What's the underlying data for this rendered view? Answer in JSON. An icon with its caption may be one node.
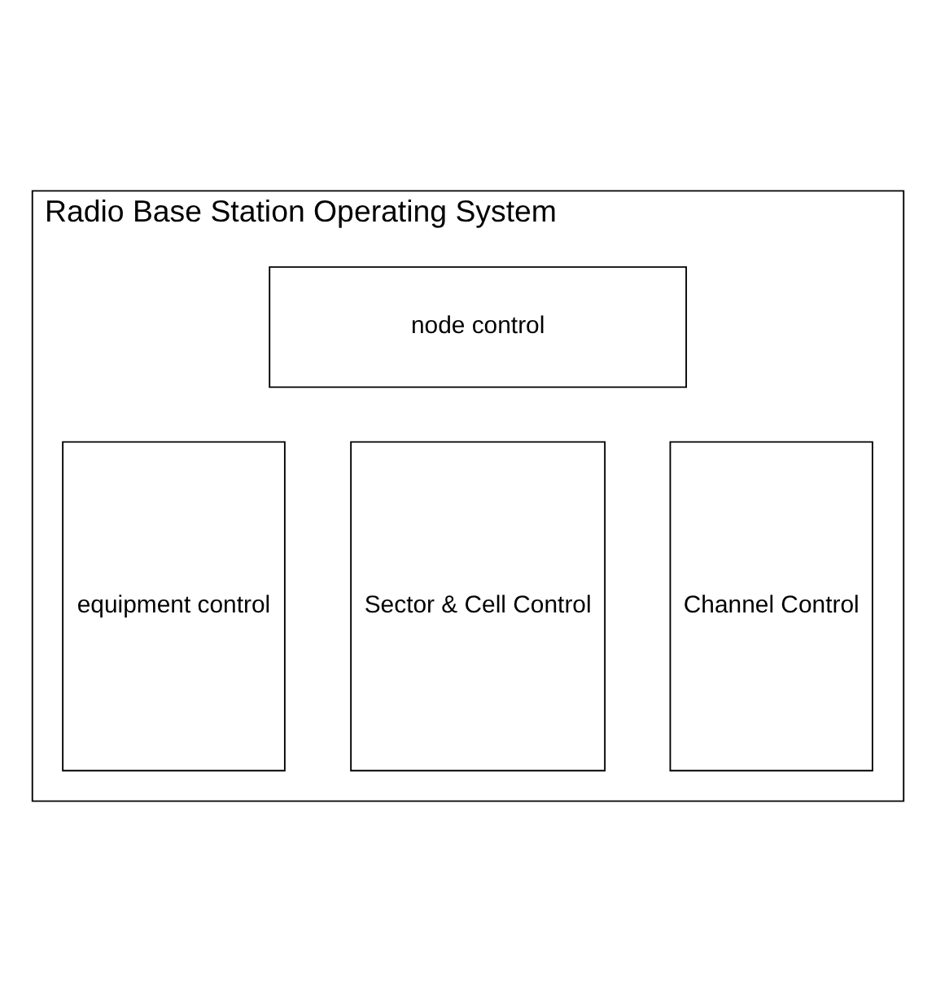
{
  "diagram": {
    "nodes": [
      {
        "text": [
          "Radio Base Station Operating System"
        ]
      },
      {
        "text": [
          "node control"
        ],
        "in": 0
      },
      {
        "text": [
          "equipment control"
        ],
        "in": 0
      },
      {
        "text": [
          "Sector & Cell Control"
        ],
        "in": 0
      },
      {
        "text": [
          "Channel Control"
        ],
        "in": 0
      }
    ],
    "edges": []
  }
}
